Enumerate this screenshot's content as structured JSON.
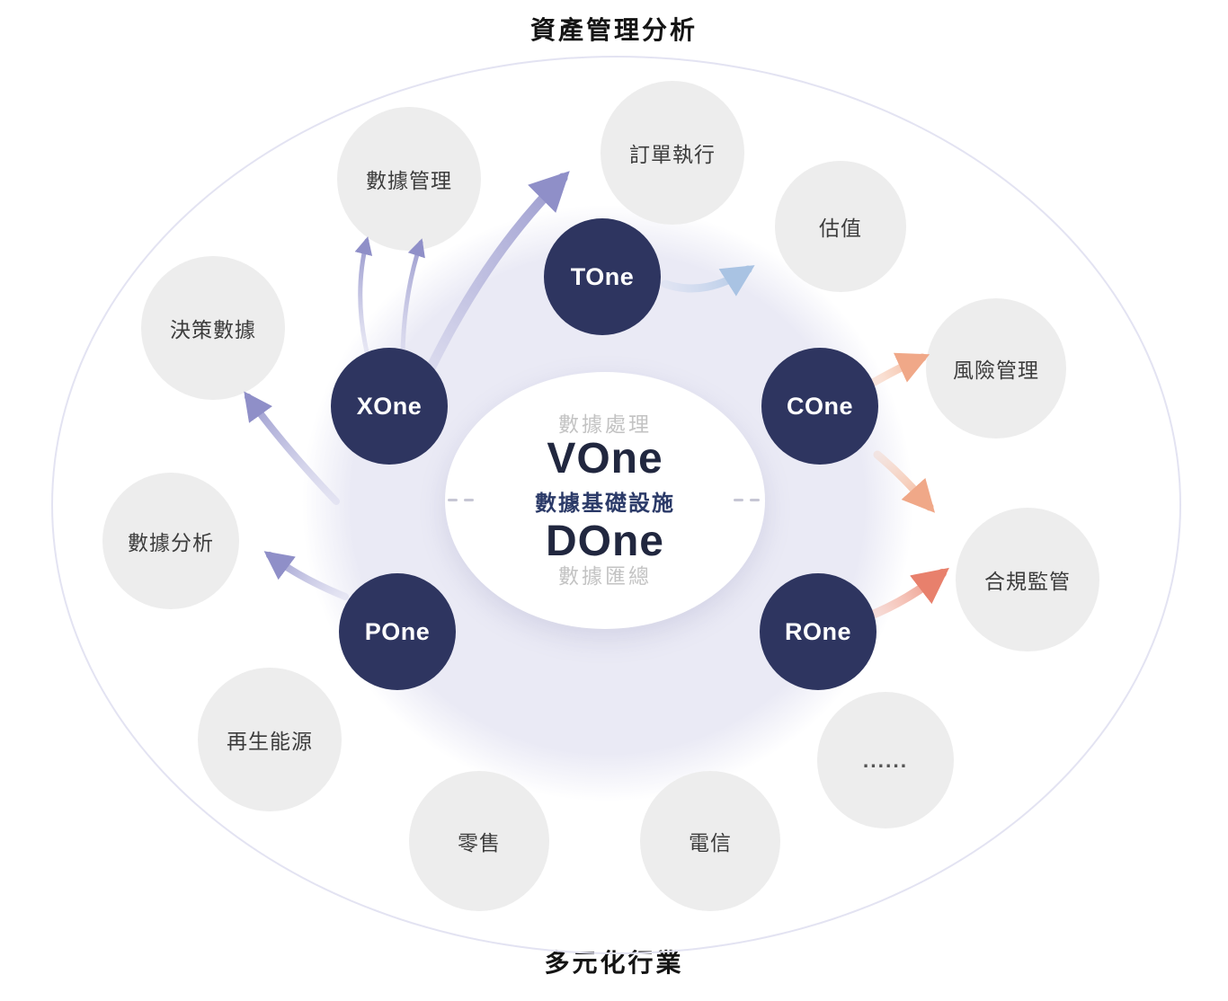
{
  "titles": {
    "top": "資產管理分析",
    "bottom": "多元化行業"
  },
  "center": {
    "top_caption": "數據處理",
    "product_top": "VOne",
    "middle_caption": "數據基礎設施",
    "product_bottom": "DOne",
    "bottom_caption": "數據匯總"
  },
  "products": {
    "tone": "TOne",
    "xone": "XOne",
    "cone": "COne",
    "pone": "POne",
    "rone": "ROne"
  },
  "satellites": {
    "data_management": "數據管理",
    "order_execution": "訂單執行",
    "valuation": "估值",
    "decision_data": "決策數據",
    "risk_management": "風險管理",
    "data_analytics": "數據分析",
    "compliance": "合規監管",
    "renewable_energy": "再生能源",
    "retail": "零售",
    "telecom": "電信",
    "more": "......"
  },
  "colors": {
    "product_circle": "#2e3560",
    "satellite_circle": "#ededed",
    "ring_fill": "#eaeaf5",
    "outer_ellipse_border": "#e3e3f2",
    "purple_arrow": "#8f8fc8",
    "blue_arrow": "#a9c3e3",
    "orange_arrow": "#f0a888",
    "red_arrow": "#e8806c",
    "center_caption_gray": "#c3c3c3",
    "center_infra_text": "#2b3a68",
    "center_product_text": "#21273f"
  }
}
